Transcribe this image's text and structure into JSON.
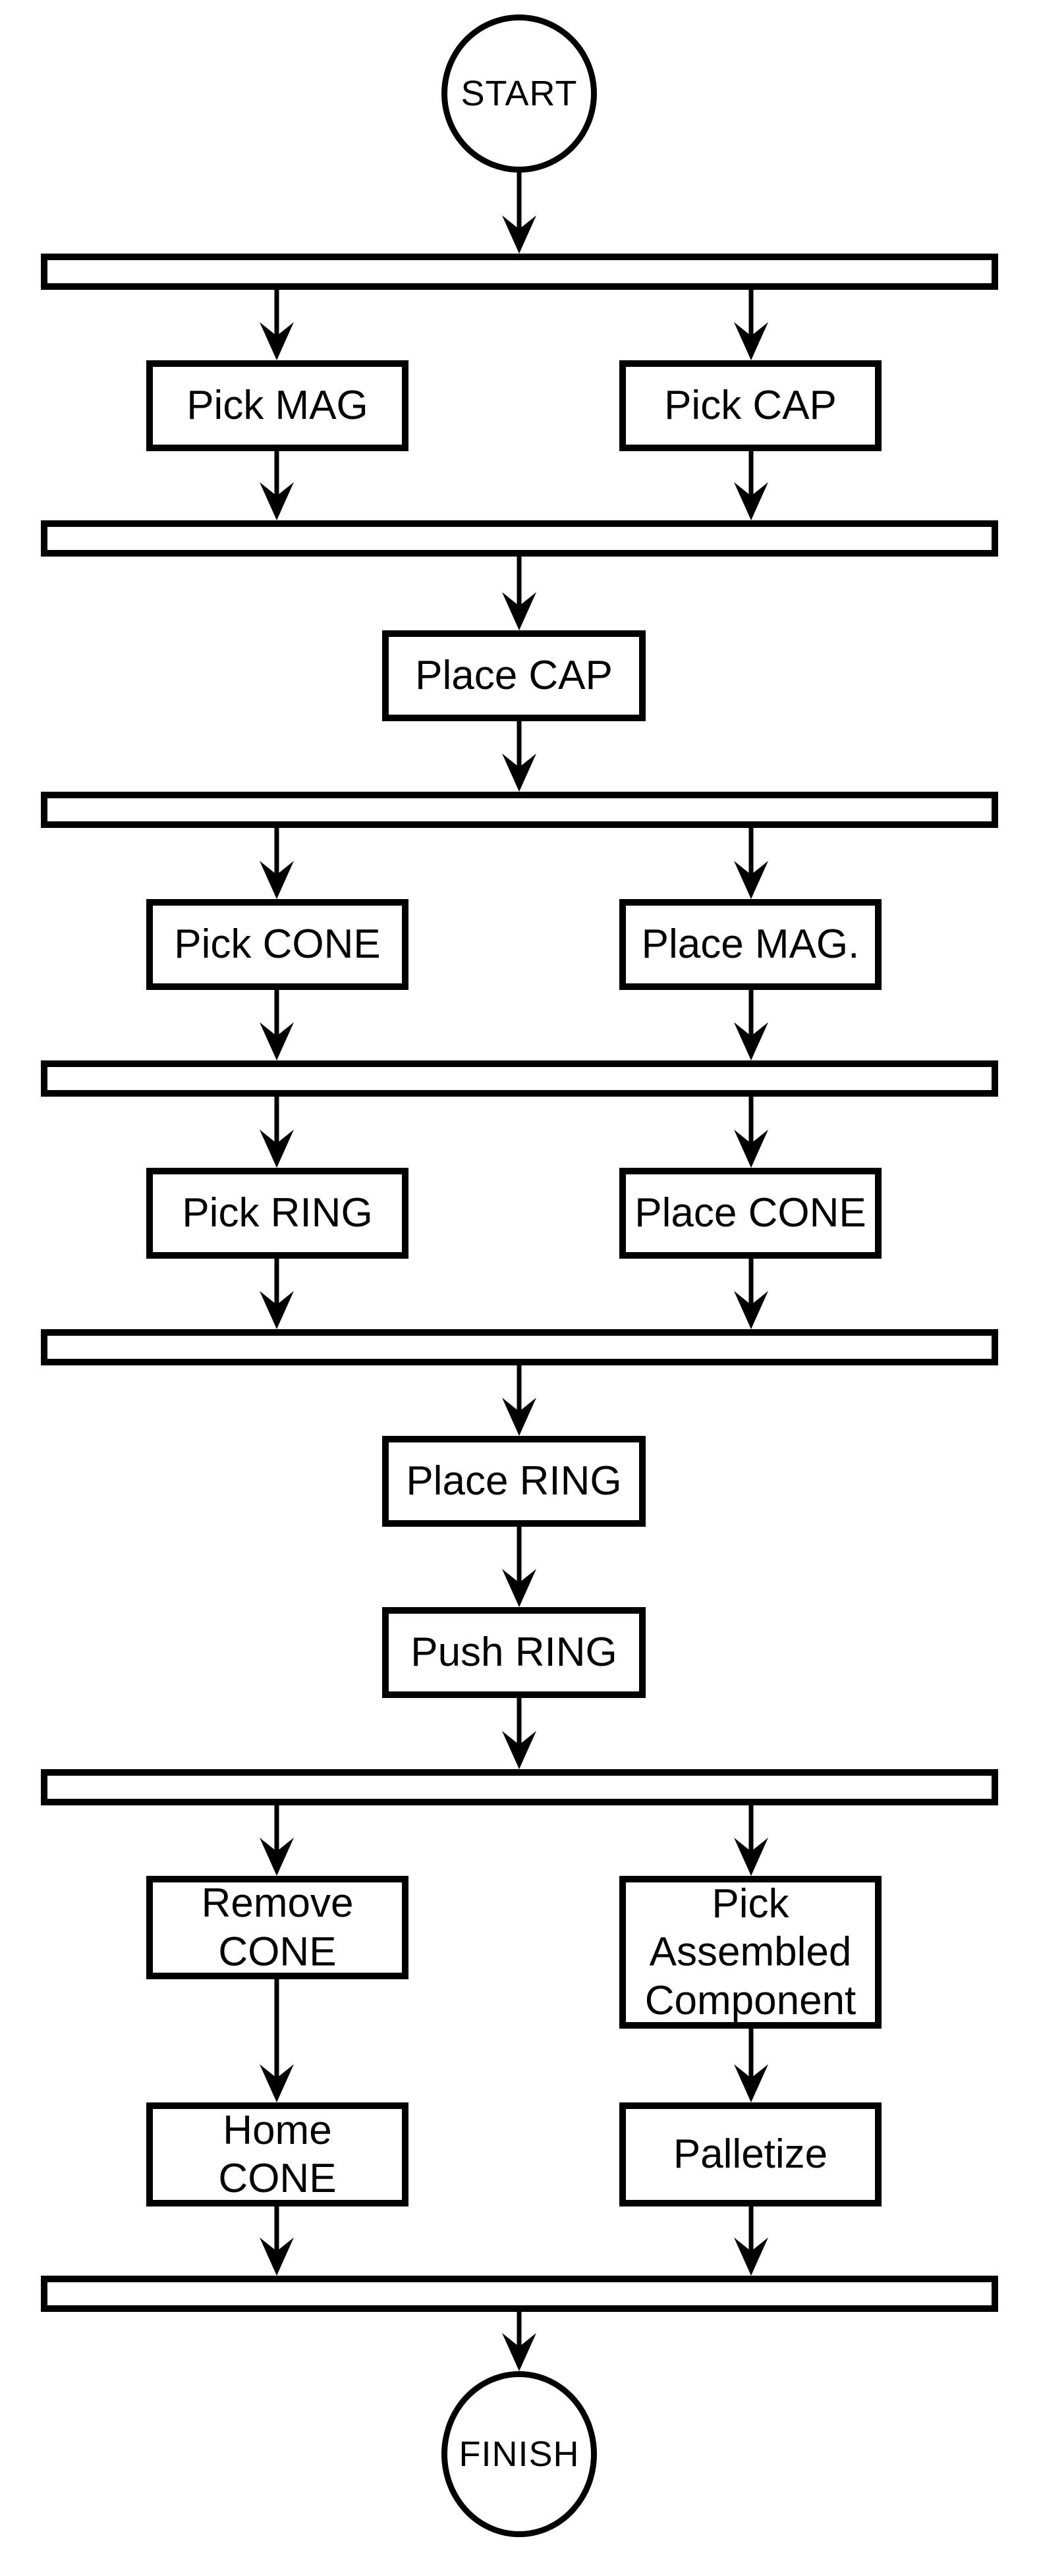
{
  "diagram": {
    "type": "flowchart",
    "description": "Robotic assembly sequence flowchart with parallel fork/join synchronization bars",
    "colors": {
      "line": "#000000",
      "background": "#ffffff"
    },
    "terminals": {
      "start": "START",
      "finish": "FINISH"
    },
    "nodes": {
      "pick_mag": "Pick MAG",
      "pick_cap": "Pick CAP",
      "place_cap": "Place CAP",
      "pick_cone": "Pick CONE",
      "place_mag": "Place MAG.",
      "pick_ring": "Pick RING",
      "place_cone": "Place CONE",
      "place_ring": "Place RING",
      "push_ring": "Push RING",
      "remove_cone": "Remove\nCONE",
      "pick_assembled": "Pick\nAssembled\nComponent",
      "home_cone": "Home\nCONE",
      "palletize": "Palletize"
    },
    "sync_bars": 7,
    "flow": [
      "START -> bar1",
      "bar1 -> Pick MAG (left branch)",
      "bar1 -> Pick CAP (right branch)",
      "Pick MAG -> bar2",
      "Pick CAP -> bar2",
      "bar2 -> Place CAP",
      "Place CAP -> bar3",
      "bar3 -> Pick CONE (left branch)",
      "bar3 -> Place MAG. (right branch)",
      "Pick CONE -> bar4",
      "Place MAG. -> bar4",
      "bar4 -> Pick RING (left branch)",
      "bar4 -> Place CONE (right branch)",
      "Pick RING -> bar5",
      "Place CONE -> bar5",
      "bar5 -> Place RING",
      "Place RING -> Push RING",
      "Push RING -> bar6",
      "bar6 -> Remove CONE (left branch)",
      "bar6 -> Pick Assembled Component (right branch)",
      "Remove CONE -> Home CONE",
      "Pick Assembled Component -> Palletize",
      "Home CONE -> bar7",
      "Palletize -> bar7",
      "bar7 -> FINISH"
    ]
  }
}
